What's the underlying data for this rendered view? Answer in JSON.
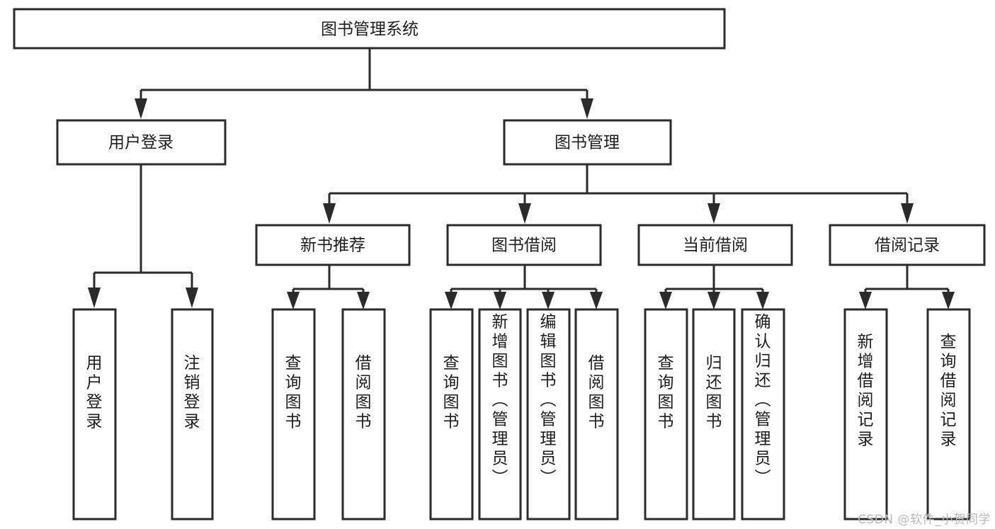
{
  "diagram": {
    "type": "tree",
    "orientation": "top-down",
    "title": "图书管理系统",
    "watermark": "CSDN @软件_小贺同学",
    "colors": {
      "box_stroke": "#2b2b2b",
      "box_fill": "#ffffff",
      "connector": "#2b2b2b",
      "text": "#1d1d1d",
      "background": "#ffffff",
      "watermark": "#b9b9b9"
    },
    "levels": [
      {
        "level": 1,
        "nodes": [
          {
            "id": "root",
            "label": "图书管理系统",
            "orientation": "horizontal"
          }
        ]
      },
      {
        "level": 2,
        "nodes": [
          {
            "id": "login",
            "label": "用户登录",
            "orientation": "horizontal",
            "parent": "root"
          },
          {
            "id": "bookmgmt",
            "label": "图书管理",
            "orientation": "horizontal",
            "parent": "root"
          }
        ]
      },
      {
        "level": 3,
        "nodes": [
          {
            "id": "newbook",
            "label": "新书推荐",
            "orientation": "horizontal",
            "parent": "bookmgmt"
          },
          {
            "id": "borrow",
            "label": "图书借阅",
            "orientation": "horizontal",
            "parent": "bookmgmt"
          },
          {
            "id": "current",
            "label": "当前借阅",
            "orientation": "horizontal",
            "parent": "bookmgmt"
          },
          {
            "id": "records",
            "label": "借阅记录",
            "orientation": "horizontal",
            "parent": "bookmgmt"
          }
        ]
      },
      {
        "level": 4,
        "nodes": [
          {
            "id": "leaf-user-login",
            "label": "用户登录",
            "orientation": "vertical",
            "parent": "login"
          },
          {
            "id": "leaf-user-logout",
            "label": "注销登录",
            "orientation": "vertical",
            "parent": "login"
          },
          {
            "id": "leaf-query-book-1",
            "label": "查询图书",
            "orientation": "vertical",
            "parent": "newbook"
          },
          {
            "id": "leaf-borrow-book-1",
            "label": "借阅图书",
            "orientation": "vertical",
            "parent": "newbook"
          },
          {
            "id": "leaf-query-book-2",
            "label": "查询图书",
            "orientation": "vertical",
            "parent": "borrow"
          },
          {
            "id": "leaf-add-book",
            "label": "新增图书（管理员）",
            "orientation": "vertical",
            "parent": "borrow"
          },
          {
            "id": "leaf-edit-book",
            "label": "编辑图书（管理员）",
            "orientation": "vertical",
            "parent": "borrow"
          },
          {
            "id": "leaf-borrow-book-2",
            "label": "借阅图书",
            "orientation": "vertical",
            "parent": "borrow"
          },
          {
            "id": "leaf-query-book-3",
            "label": "查询图书",
            "orientation": "vertical",
            "parent": "current"
          },
          {
            "id": "leaf-return-book",
            "label": "归还图书",
            "orientation": "vertical",
            "parent": "current"
          },
          {
            "id": "leaf-confirm-return",
            "label": "确认归还（管理员）",
            "orientation": "vertical",
            "parent": "current"
          },
          {
            "id": "leaf-add-record",
            "label": "新增借阅记录",
            "orientation": "vertical",
            "parent": "records"
          },
          {
            "id": "leaf-query-record",
            "label": "查询借阅记录",
            "orientation": "vertical",
            "parent": "records"
          }
        ]
      }
    ]
  }
}
